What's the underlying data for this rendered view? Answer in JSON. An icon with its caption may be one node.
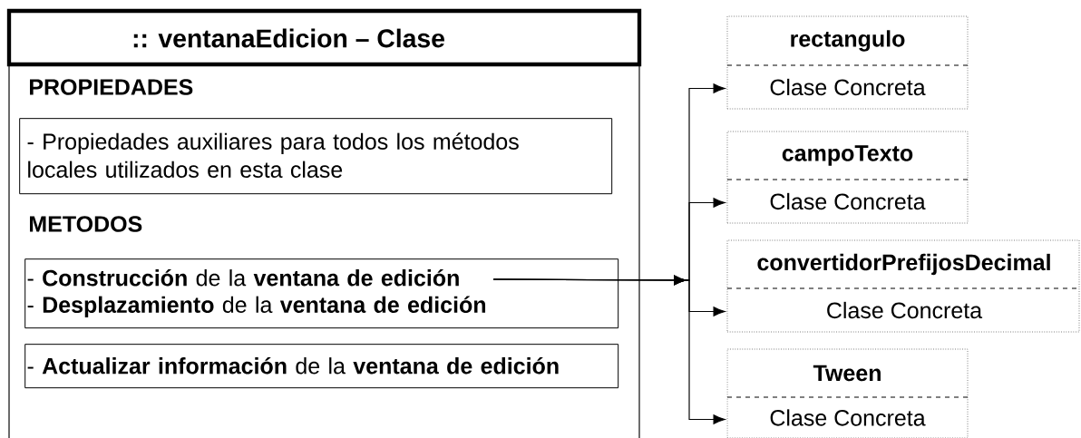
{
  "diagram": {
    "nodes": [
      {
        "text": [
          ":: ventanaEdicion – Clase",
          "PROPIEDADES",
          "METODOS"
        ]
      },
      {
        "text": [
          "- Propiedades auxiliares para todos los métodos locales utilizados en esta clase"
        ],
        "in": 0
      },
      {
        "text": [
          "- **Construcción** de la **ventana de edición**",
          "- **Desplazamiento** de la **ventana de edición**"
        ],
        "in": 0
      },
      {
        "text": [
          "- **Actualizar información** de la **ventana de edición**"
        ],
        "in": 0
      },
      {
        "text": [
          "rectangulo",
          "Clase Concreta"
        ]
      },
      {
        "text": [
          "campoTexto",
          "Clase Concreta"
        ]
      },
      {
        "text": [
          "convertidorPrefijosDecimal",
          "Clase Concreta"
        ]
      },
      {
        "text": [
          "Tween",
          "Clase Concreta"
        ]
      }
    ],
    "edges": [
      {
        "from": 2,
        "to": 4,
        "arrow": "to"
      },
      {
        "from": 2,
        "to": 5,
        "arrow": "to"
      },
      {
        "from": 2,
        "to": 6,
        "arrow": "to"
      },
      {
        "from": 2,
        "to": 7,
        "arrow": "to"
      }
    ]
  }
}
